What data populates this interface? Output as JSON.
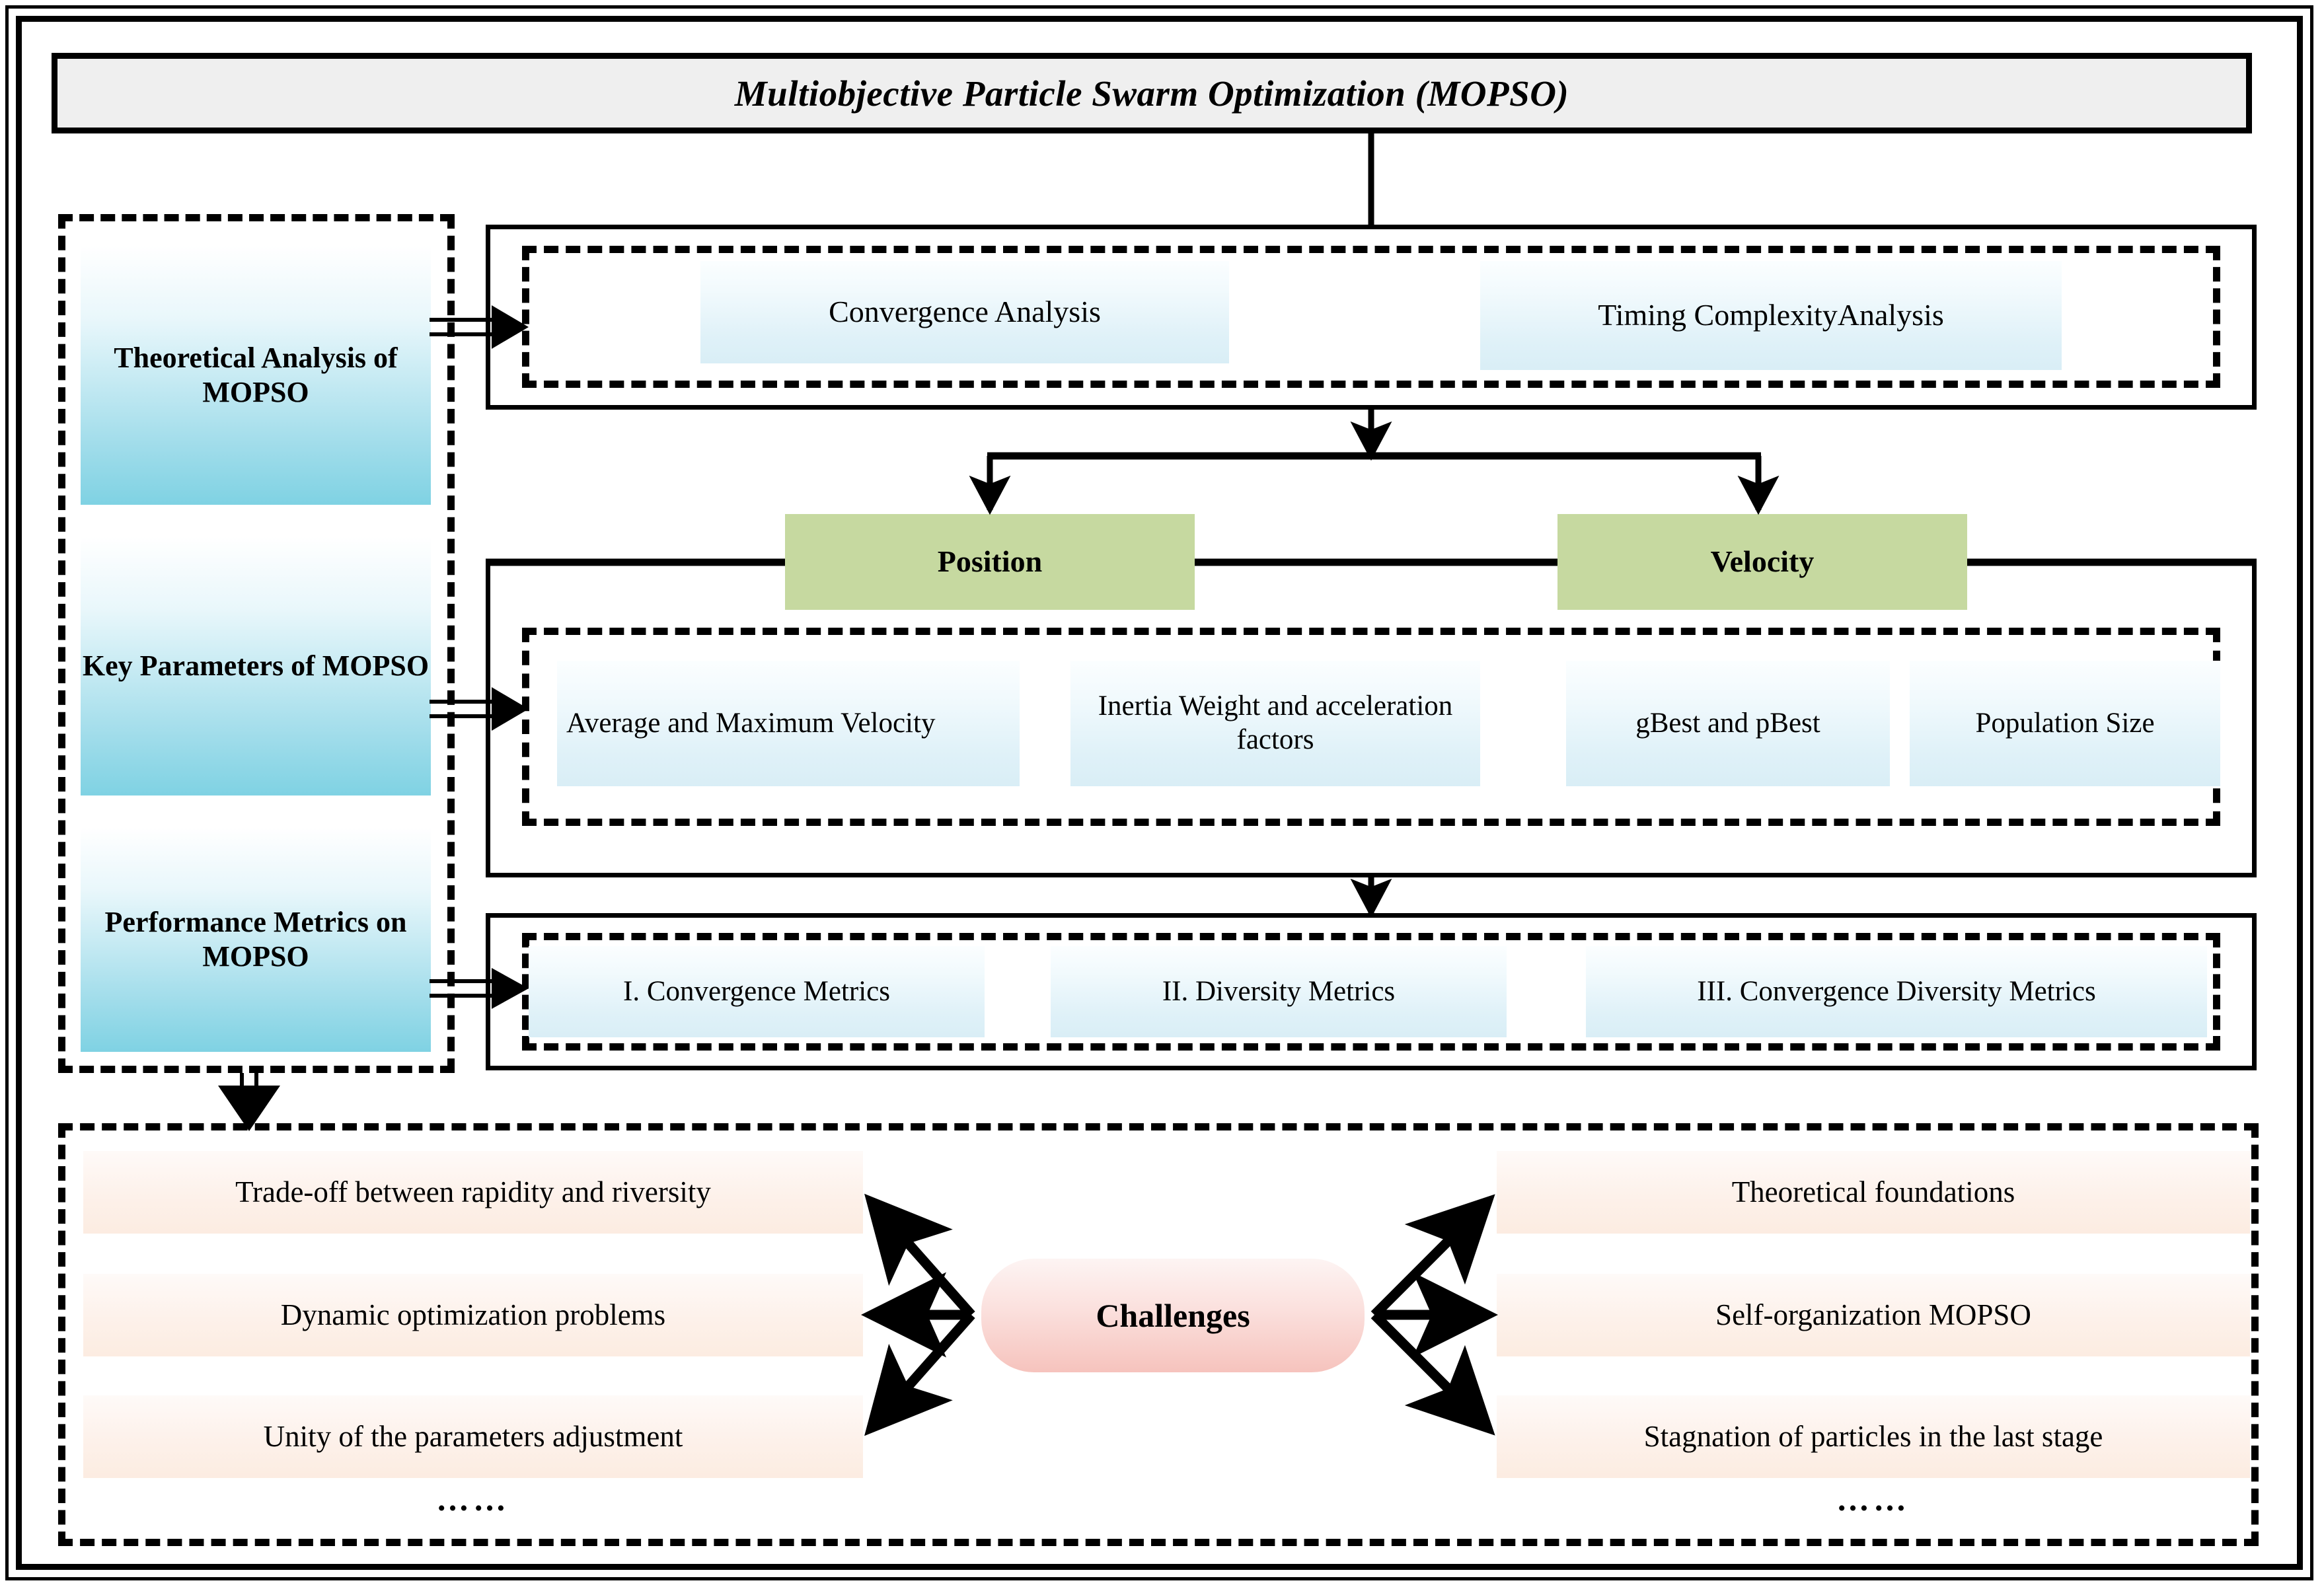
{
  "title": "Multiobjective Particle Swarm Optimization (MOPSO)",
  "sidebar": {
    "items": [
      {
        "label": "Theoretical Analysis of MOPSO"
      },
      {
        "label": "Key Parameters of MOPSO"
      },
      {
        "label": "Performance Metrics on MOPSO"
      }
    ]
  },
  "theoretical_row": {
    "items": [
      {
        "label": "Convergence Analysis"
      },
      {
        "label": "Timing ComplexityAnalysis"
      }
    ]
  },
  "state_row": {
    "items": [
      {
        "label": "Position"
      },
      {
        "label": "Velocity"
      }
    ]
  },
  "key_parameters_row": {
    "items": [
      {
        "label": "Average and     Maximum Velocity"
      },
      {
        "label": "Inertia Weight and acceleration factors"
      },
      {
        "label": "gBest and pBest"
      },
      {
        "label": "Population Size"
      }
    ]
  },
  "metrics_row": {
    "items": [
      {
        "label": "I. Convergence Metrics"
      },
      {
        "label": "II. Diversity Metrics"
      },
      {
        "label": "III. Convergence Diversity  Metrics"
      }
    ]
  },
  "challenges": {
    "center_label": "Challenges",
    "left_items": [
      {
        "label": "Trade-off between rapidity and riversity"
      },
      {
        "label": "Dynamic optimization problems"
      },
      {
        "label": "Unity of the parameters adjustment"
      }
    ],
    "left_more": "……",
    "right_items": [
      {
        "label": "Theoretical foundations"
      },
      {
        "label": "Self-organization MOPSO"
      },
      {
        "label": "Stagnation of particles in the last stage"
      }
    ],
    "right_more": "……"
  },
  "colors": {
    "title_bg": "#efefef",
    "chip_blue": "#dff1f8",
    "chip_cyan": "#7fd2e3",
    "chip_green": "#c6d9a0",
    "chip_peach": "#fcece1",
    "pill_pink": "#f6c3bd",
    "stroke": "#000000"
  }
}
